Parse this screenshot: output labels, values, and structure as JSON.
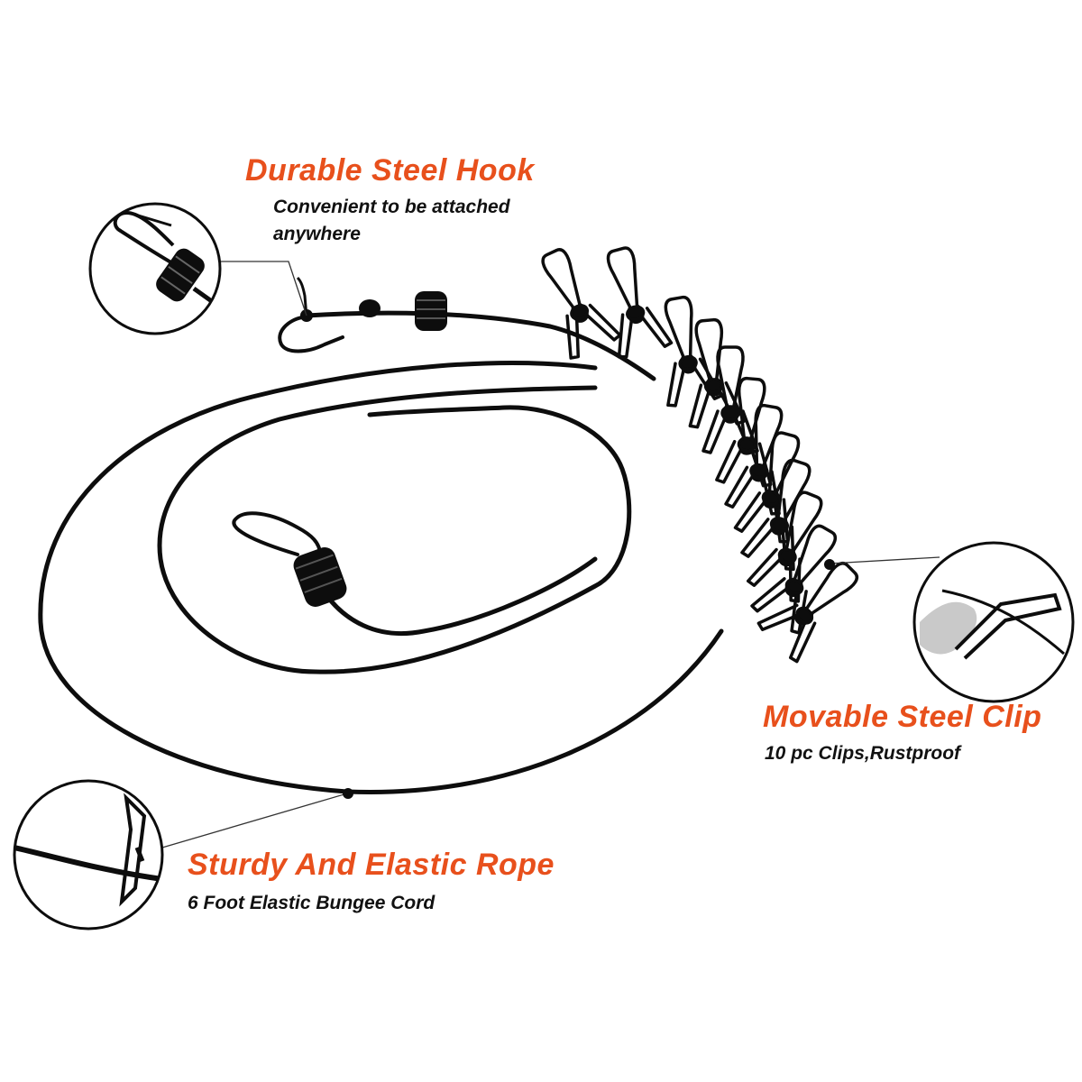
{
  "colors": {
    "accent": "#e8501c",
    "cord": "#0d0d0d",
    "text": "#111111",
    "background": "#ffffff"
  },
  "features": {
    "hook": {
      "title": "Durable Steel Hook",
      "subtitle_line1": "Convenient to be attached",
      "subtitle_line2": "anywhere"
    },
    "clip": {
      "title": "Movable Steel Clip",
      "subtitle": "10 pc Clips,Rustproof"
    },
    "rope": {
      "title": "Sturdy And Elastic Rope",
      "subtitle": "6 Foot Elastic Bungee Cord"
    }
  }
}
